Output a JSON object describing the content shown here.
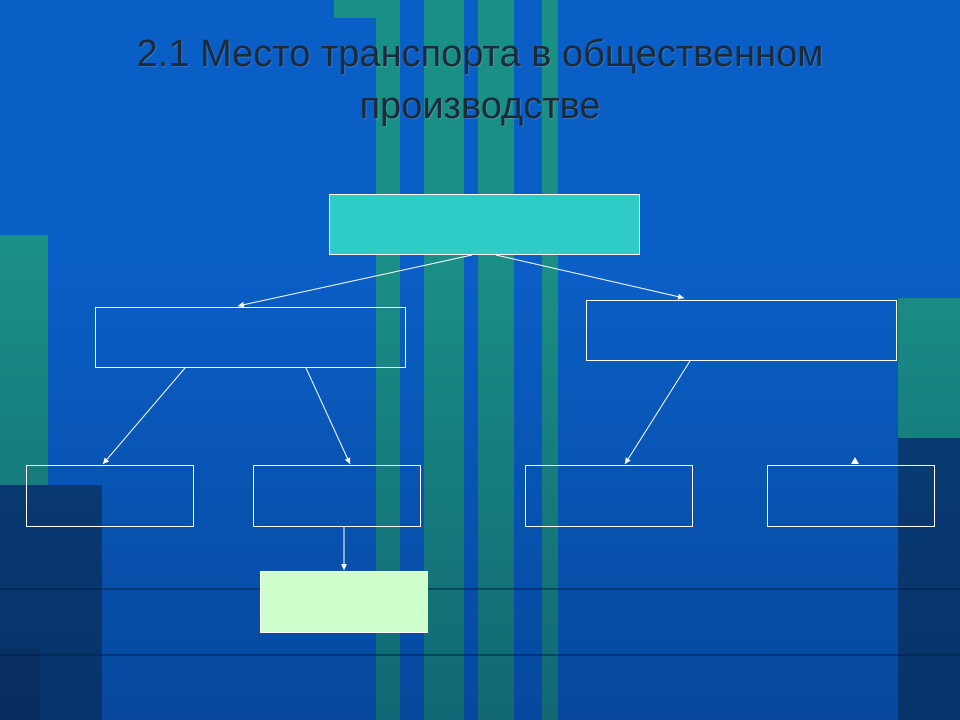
{
  "title": {
    "line1": "2.1 Место транспорта в общественном",
    "line2": "производстве"
  },
  "colors": {
    "background": "#0a5fc7",
    "root_box": "#2ecbc7",
    "leaf_box": "#ccffcc",
    "node_border": "#ffffff"
  },
  "diagram": {
    "nodes": [
      "root",
      "level1-left",
      "level1-right",
      "level2-a",
      "level2-b",
      "level2-c",
      "level2-d",
      "level3"
    ],
    "edges": [
      [
        "root",
        "level1-left"
      ],
      [
        "root",
        "level1-right"
      ],
      [
        "level1-left",
        "level2-a"
      ],
      [
        "level1-left",
        "level2-b"
      ],
      [
        "level1-right",
        "level2-c"
      ],
      [
        "level2-b",
        "level3"
      ]
    ]
  }
}
